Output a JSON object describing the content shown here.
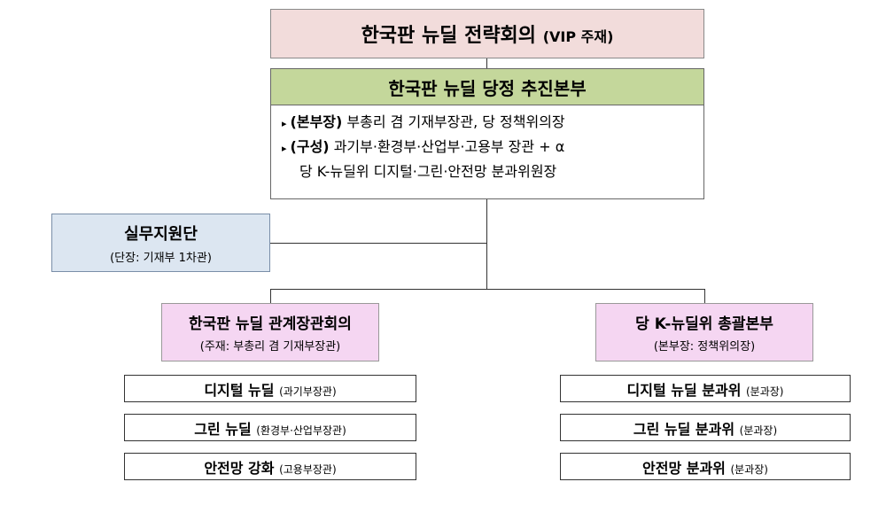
{
  "top": {
    "title": "한국판 뉴딜 전략회의",
    "suffix": "(VIP 주재)"
  },
  "hq": {
    "title": "한국판 뉴딜 당정 추진본부",
    "bullet1_label": "(본부장)",
    "bullet1_text": "부총리 겸 기재부장관, 당 정책위의장",
    "bullet2_label": "(구성)",
    "bullet2_text": "과기부·환경부·산업부·고용부 장관 + α",
    "bullet2_text2": "당 K-뉴딜위 디지털·그린·안전망 분과위원장",
    "bullet_marker": "▸"
  },
  "support": {
    "title": "실무지원단",
    "subtitle": "(단장: 기재부 1차관)"
  },
  "left": {
    "title": "한국판 뉴딜 관계장관회의",
    "subtitle": "(주재: 부총리 겸 기재부장관)",
    "items": [
      {
        "label": "디지털 뉴딜",
        "note": "(과기부장관)"
      },
      {
        "label": "그린 뉴딜",
        "note": "(환경부·산업부장관)"
      },
      {
        "label": "안전망 강화",
        "note": "(고용부장관)"
      }
    ]
  },
  "right": {
    "title": "당 K-뉴딜위 총괄본부",
    "subtitle": "(본부장: 정책위의장)",
    "items": [
      {
        "label": "디지털 뉴딜 분과위",
        "note": "(분과장)"
      },
      {
        "label": "그린 뉴딜 분과위",
        "note": "(분과장)"
      },
      {
        "label": "안전망 분과위",
        "note": "(분과장)"
      }
    ]
  }
}
